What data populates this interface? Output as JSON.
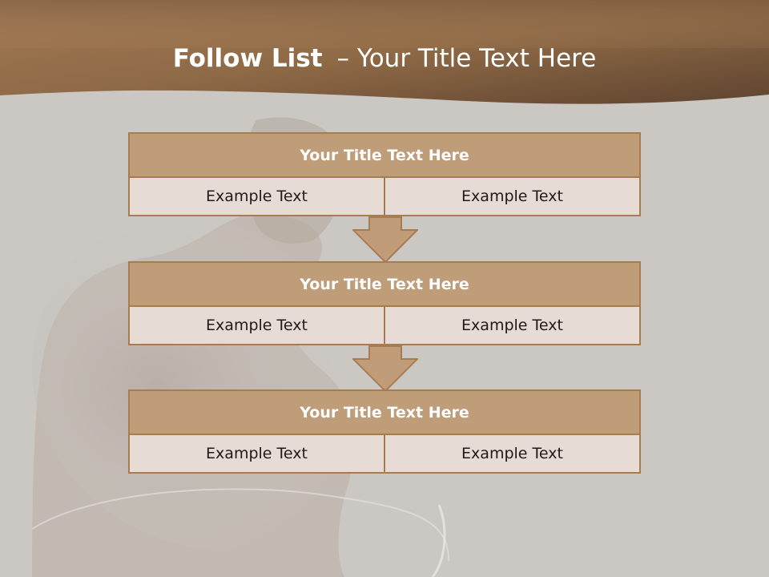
{
  "header": {
    "title_bold": "Follow List",
    "title_rest": "– Your Title Text Here"
  },
  "blocks": [
    {
      "title": "Your Title Text Here",
      "cells": [
        "Example Text",
        "Example Text"
      ]
    },
    {
      "title": "Your Title Text Here",
      "cells": [
        "Example Text",
        "Example Text"
      ]
    },
    {
      "title": "Your Title Text Here",
      "cells": [
        "Example Text",
        "Example Text"
      ]
    }
  ],
  "colors": {
    "banner": "#8e6a47",
    "block_title": "#bf9d79",
    "cell": "#e6dcd5",
    "border": "#a87c51",
    "arrow": "#c09c78"
  }
}
